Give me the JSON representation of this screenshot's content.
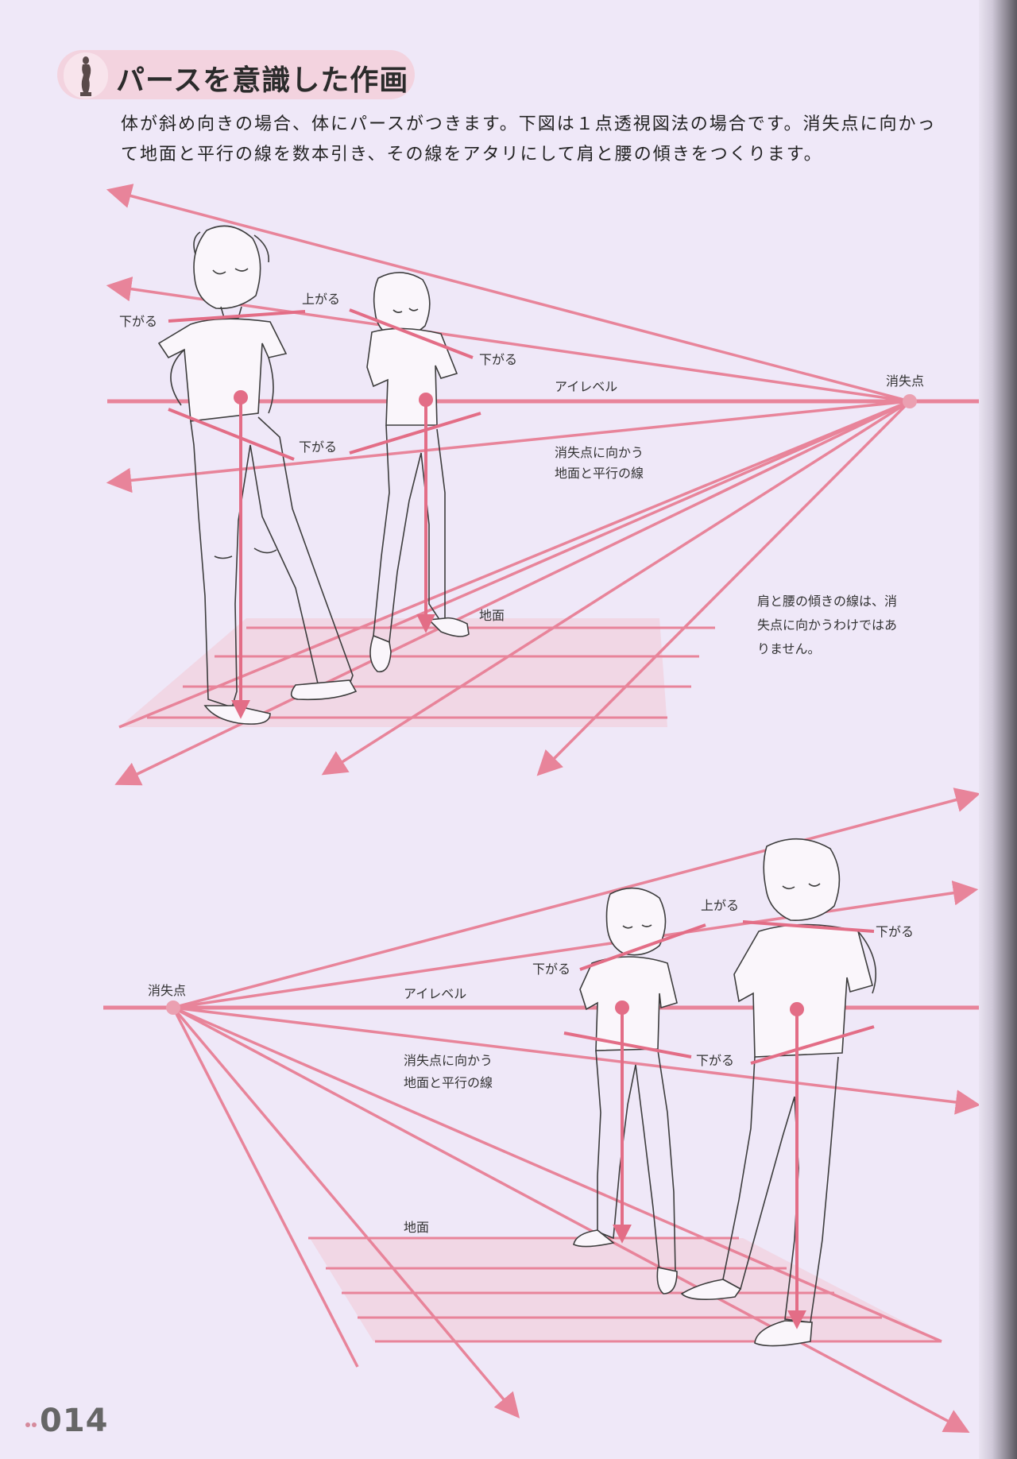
{
  "heading": {
    "title": "パースを意識した作画",
    "icon": "venus-statue-icon"
  },
  "intro": {
    "line1": "体が斜め向きの場合、体にパースがつきます。下図は１点透視図法の場合です。消失点に向かっ",
    "line2": "て地面と平行の線を数本引き、その線をアタリにして肩と腰の傾きをつくります。"
  },
  "diagram1": {
    "vanishing_point": "消失点",
    "eye_level": "アイレベル",
    "parallel_lines": [
      "消失点に向かう",
      "地面と平行の線"
    ],
    "ground": "地面",
    "shoulder_up": "上がる",
    "shoulder_down_left": "下がる",
    "shoulder_down_right": "下がる",
    "waist_down": "下がる",
    "note": [
      "肩と腰の傾きの線は、消",
      "失点に向かうわけではあ",
      "りません。"
    ]
  },
  "diagram2": {
    "vanishing_point": "消失点",
    "eye_level": "アイレベル",
    "parallel_lines": [
      "消失点に向かう",
      "地面と平行の線"
    ],
    "ground": "地面",
    "shoulder_up": "上がる",
    "shoulder_down_left": "下がる",
    "shoulder_down_right": "下がる",
    "waist_down": "下がる"
  },
  "page_number": "014",
  "colors": {
    "guide": "#e8849a",
    "guide_strong": "#e36d86",
    "ground_fill": "#f2c9d6",
    "page": "#efe8f8"
  }
}
